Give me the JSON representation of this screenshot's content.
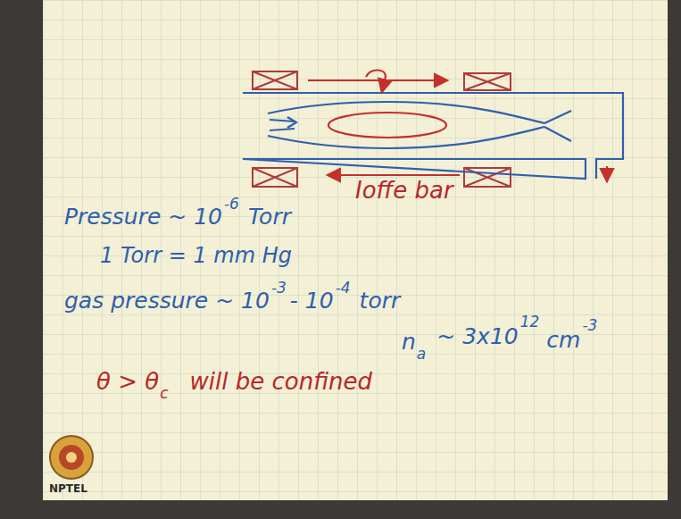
{
  "diagram": {
    "labels": [
      "Ioffe bar",
      "Pressure ~ 10",
      "-6",
      "Torr",
      "1 Torr = 1 mm Hg",
      "gas pressure ~ 10",
      "-3",
      "- 10",
      "-4",
      "torr",
      "n",
      "a",
      "~ 3x10",
      "12",
      "cm",
      "-3",
      "θ > θ",
      "c",
      "will be confined",
      "NPTEL"
    ]
  }
}
